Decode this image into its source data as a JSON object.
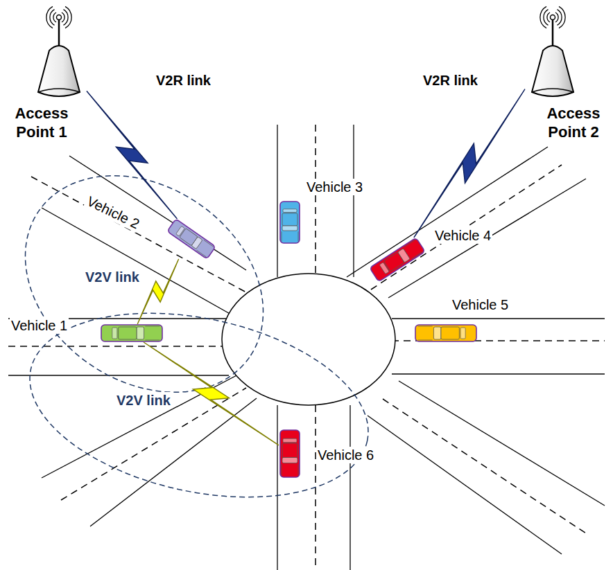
{
  "diagram": {
    "nodes": [
      {
        "text": [
          "Access Point 1"
        ]
      },
      {
        "text": [
          "Access Point 2"
        ]
      },
      {
        "text": [
          "Vehicle 1"
        ]
      },
      {
        "text": [
          "Vehicle 2"
        ]
      },
      {
        "text": [
          "Vehicle 3"
        ]
      },
      {
        "text": [
          "Vehicle 4"
        ]
      },
      {
        "text": [
          "Vehicle 5"
        ]
      },
      {
        "text": [
          "Vehicle 6"
        ]
      }
    ],
    "edges": [
      {
        "from": 0,
        "to": 3,
        "arrow": "none",
        "label": "V2R link"
      },
      {
        "from": 1,
        "to": 5,
        "arrow": "none",
        "label": "V2R link"
      },
      {
        "from": 2,
        "to": 3,
        "arrow": "none",
        "label": "V2V link"
      },
      {
        "from": 2,
        "to": 7,
        "arrow": "none",
        "label": "V2V link"
      }
    ]
  }
}
